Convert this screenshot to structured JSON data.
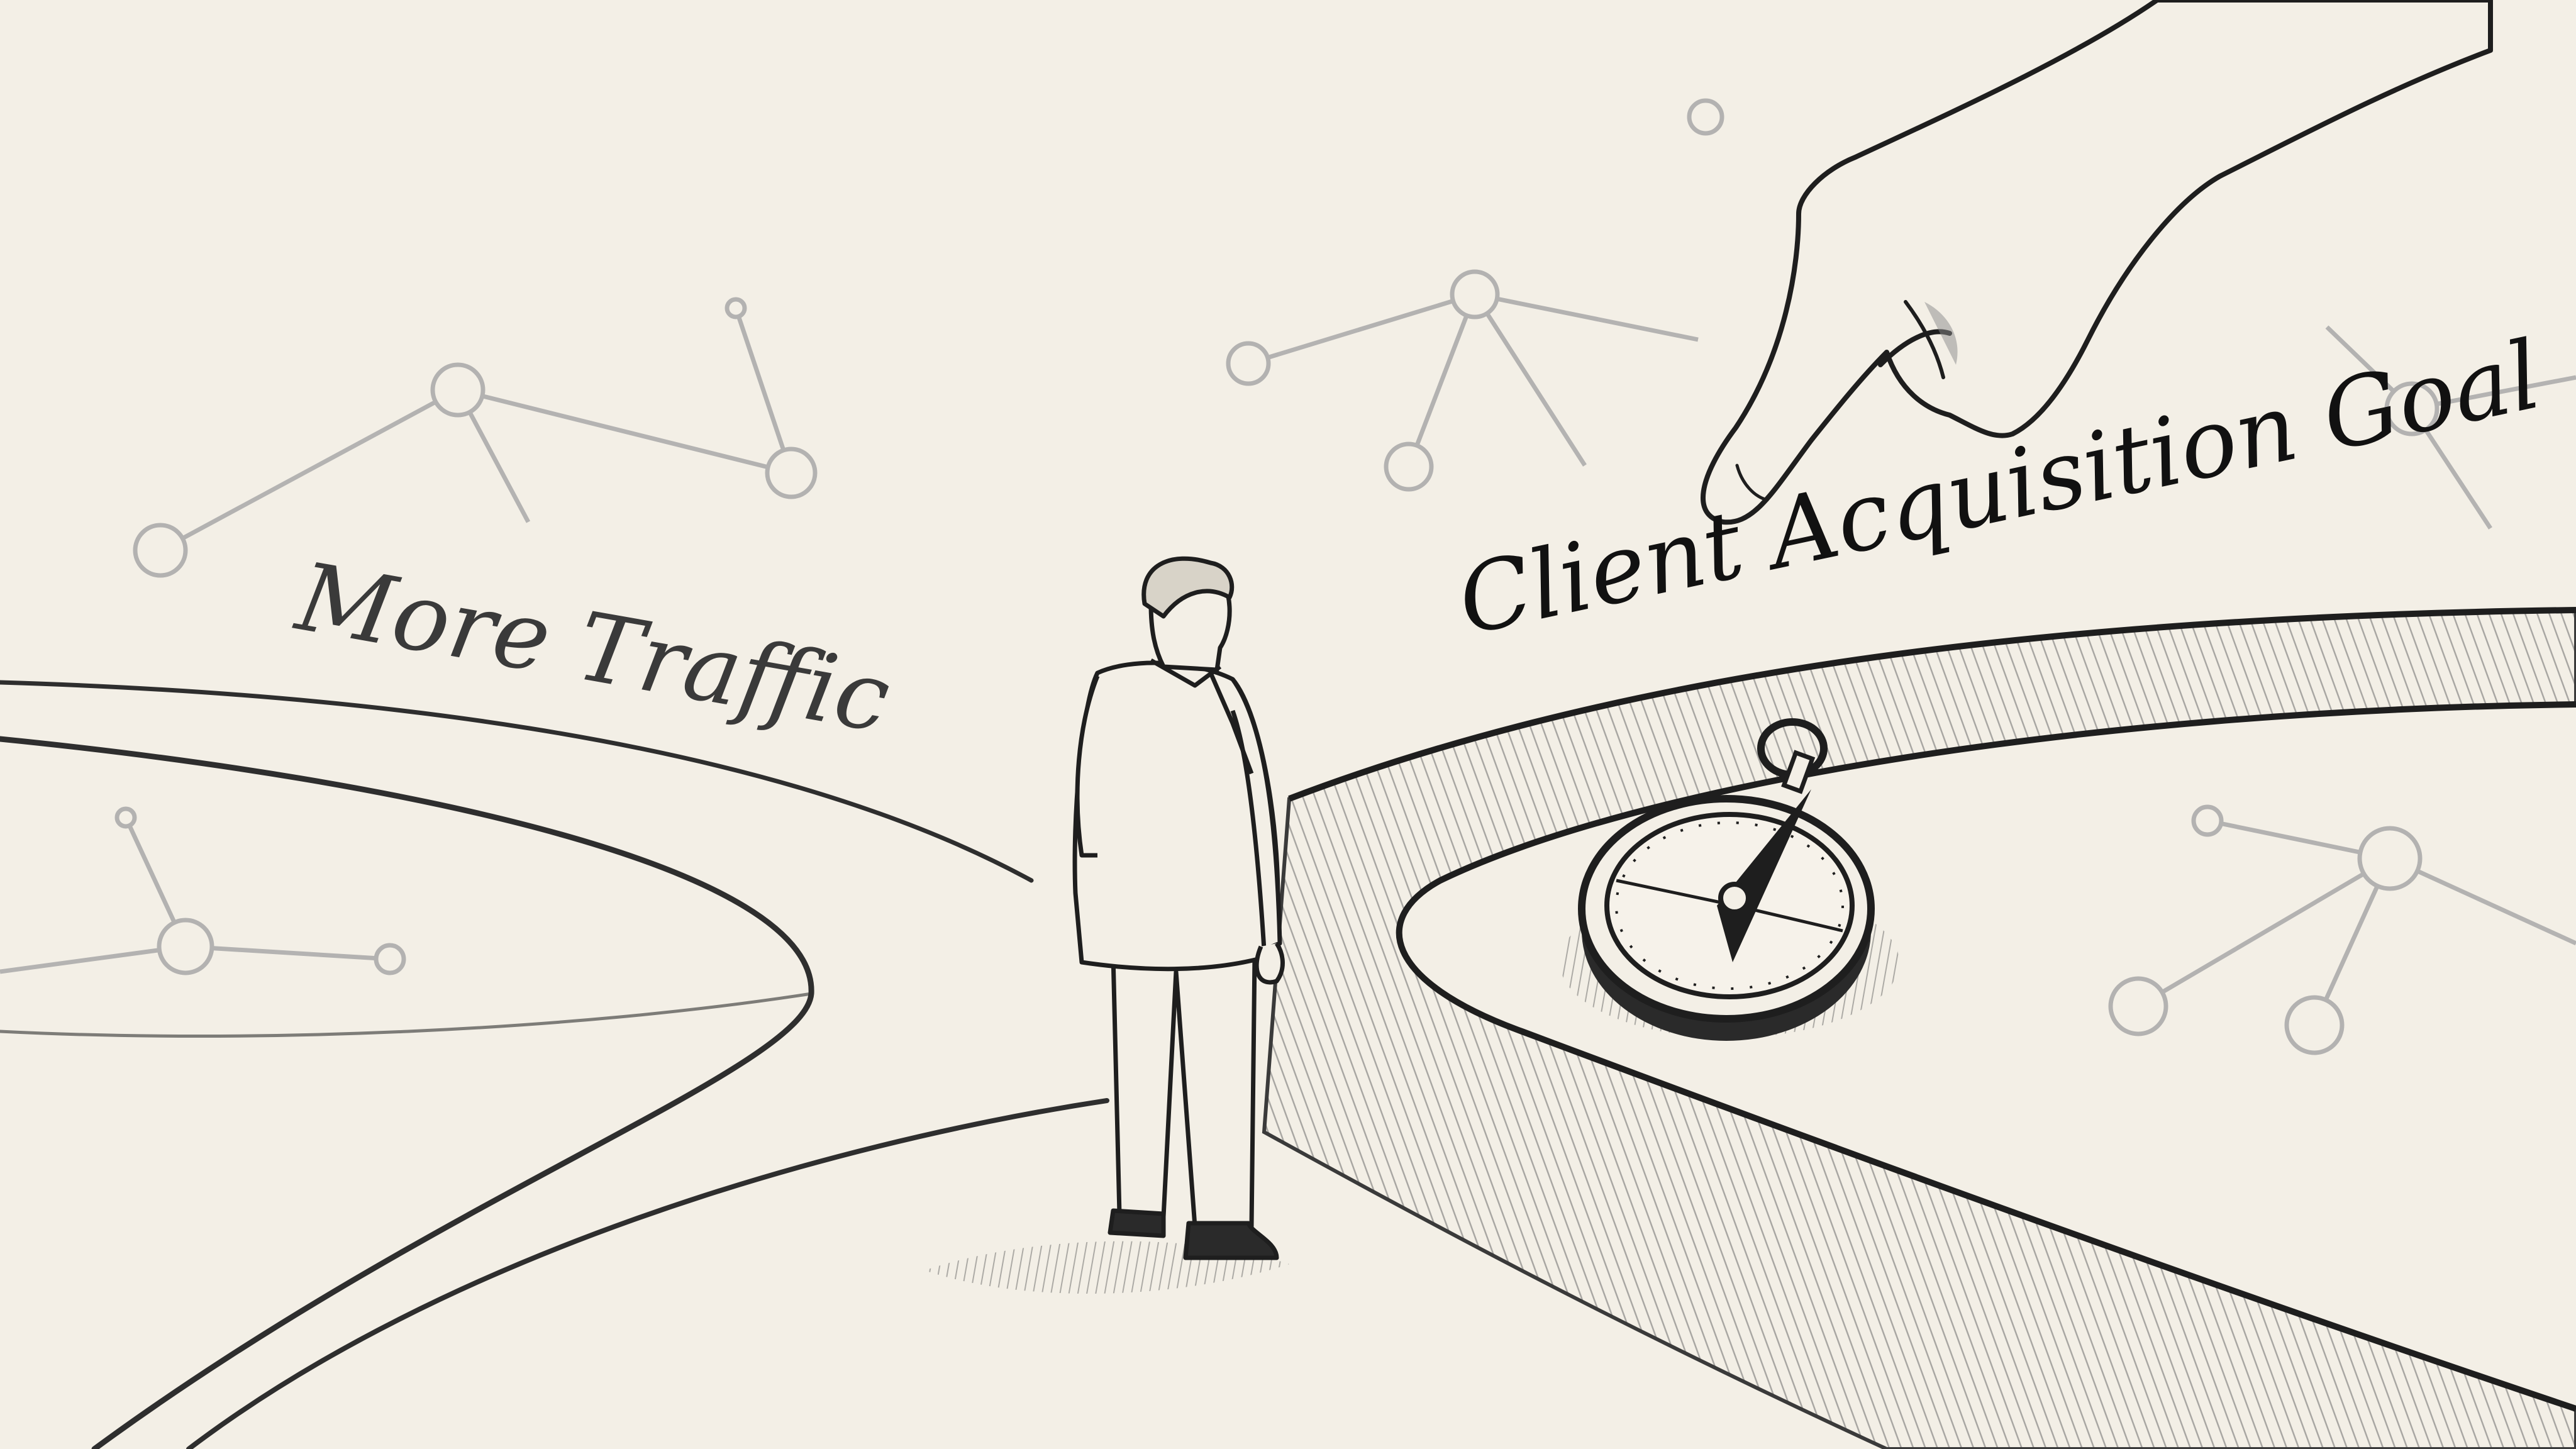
{
  "scene": {
    "description": "Pencil sketch of a businessman at a fork in the road; a giant hand points toward the darker path with a compass",
    "background_color": "#f3efe6",
    "ink_color": "#1e1e1e",
    "light_ink_color": "#9a9a9a"
  },
  "labels": {
    "left_path": "More Traffic",
    "right_path": "Client Acquisition Goal"
  },
  "icons": {
    "compass": "compass-icon",
    "pointing_hand": "pointing-hand-icon",
    "person": "businessman-figure",
    "network_nodes": "network-node-icon"
  }
}
